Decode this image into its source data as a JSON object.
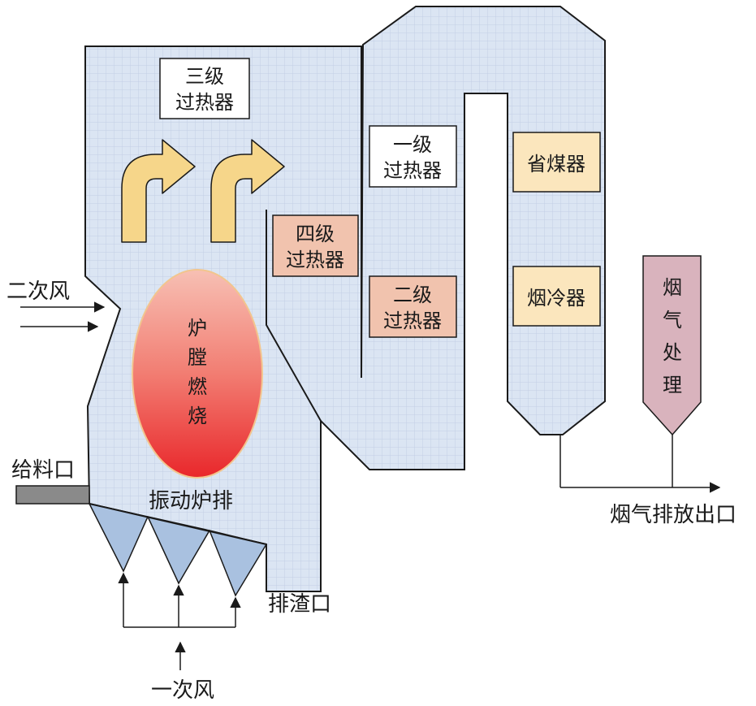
{
  "title": "",
  "labels": {
    "secondary_air": "二次风",
    "primary_air": "一次风",
    "feed_port": "给料口",
    "grate": "振动炉排",
    "slag_outlet": "排渣口",
    "flue_outlet": "烟气排放出口"
  },
  "furnace": {
    "line1": "炉",
    "line2": "膛",
    "line3": "燃",
    "line4": "烧"
  },
  "components": {
    "superheater_3": {
      "line1": "三级",
      "line2": "过热器"
    },
    "superheater_1": {
      "line1": "一级",
      "line2": "过热器"
    },
    "superheater_4": {
      "line1": "四级",
      "line2": "过热器"
    },
    "superheater_2": {
      "line1": "二级",
      "line2": "过热器"
    },
    "economizer": {
      "line1": "省煤器"
    },
    "flue_cooler": {
      "line1": "烟冷器"
    },
    "flue_treatment": {
      "line1": "烟",
      "line2": "气",
      "line3": "处",
      "line4": "理"
    }
  },
  "colors": {
    "boiler_fill": "#dbe5f3",
    "grid_line": "#c8d4e8",
    "outline": "#1a1a1a",
    "hopper_fill": "#a9c1e0",
    "arrow_fill": "#f6d68a",
    "box_pale": "#fbe6bd",
    "box_salmon": "#f1c3ae",
    "box_white": "#ffffff",
    "treatment_fill": "#d9b3bd",
    "feed_fill": "#8a8a8a"
  }
}
